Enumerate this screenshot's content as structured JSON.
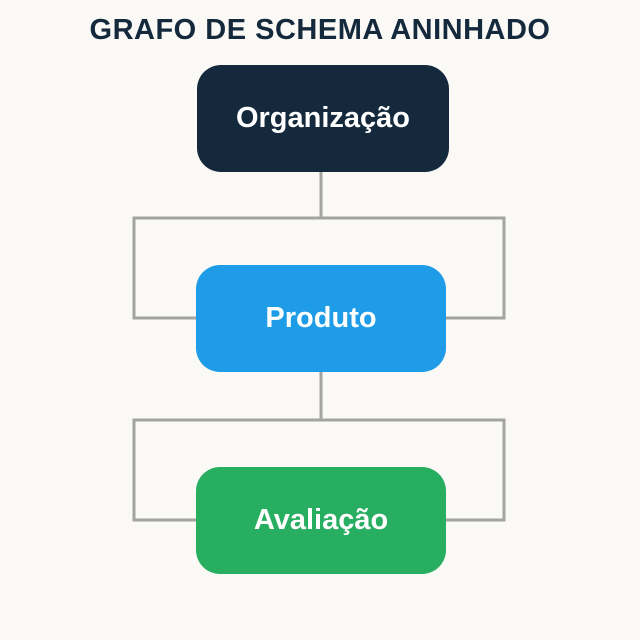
{
  "title": "GRAFO DE SCHEMA ANINHADO",
  "diagram": {
    "type": "hierarchy-flowchart",
    "nodes": [
      {
        "id": "organizacao",
        "label": "Organização",
        "color": "#14293C",
        "text_color": "#FFFFFF",
        "level": 1
      },
      {
        "id": "produto",
        "label": "Produto",
        "color": "#1F9CE8",
        "text_color": "#FFFFFF",
        "level": 2
      },
      {
        "id": "avaliacao",
        "label": "Avaliação",
        "color": "#27AE60",
        "text_color": "#FFFFFF",
        "level": 3
      }
    ],
    "edges": [
      {
        "from": "organizacao",
        "to": "produto"
      },
      {
        "from": "produto",
        "to": "avaliacao"
      }
    ]
  },
  "colors": {
    "background": "#FAF9F6",
    "title": "#14293C",
    "connector": "#A3A3A0"
  }
}
